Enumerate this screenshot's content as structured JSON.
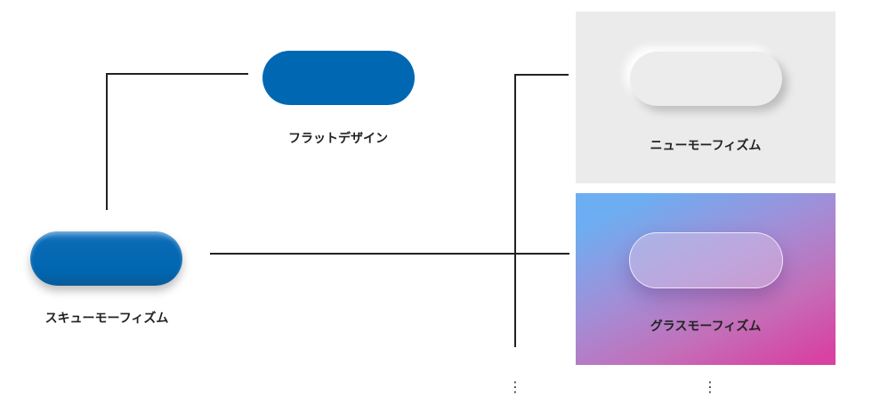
{
  "nodes": {
    "skeuomorphism": {
      "label": "スキューモーフィズム",
      "color": "#0068b3"
    },
    "flat": {
      "label": "フラットデザイン",
      "color": "#0068b3"
    },
    "neumorphism": {
      "label": "ニューモーフィズム",
      "background": "#ebebeb"
    },
    "glassmorphism": {
      "label": "グラスモーフィズム",
      "gradient": [
        "#6daef2",
        "#d742a3"
      ]
    }
  },
  "continuation": {
    "symbol": "⋮"
  }
}
